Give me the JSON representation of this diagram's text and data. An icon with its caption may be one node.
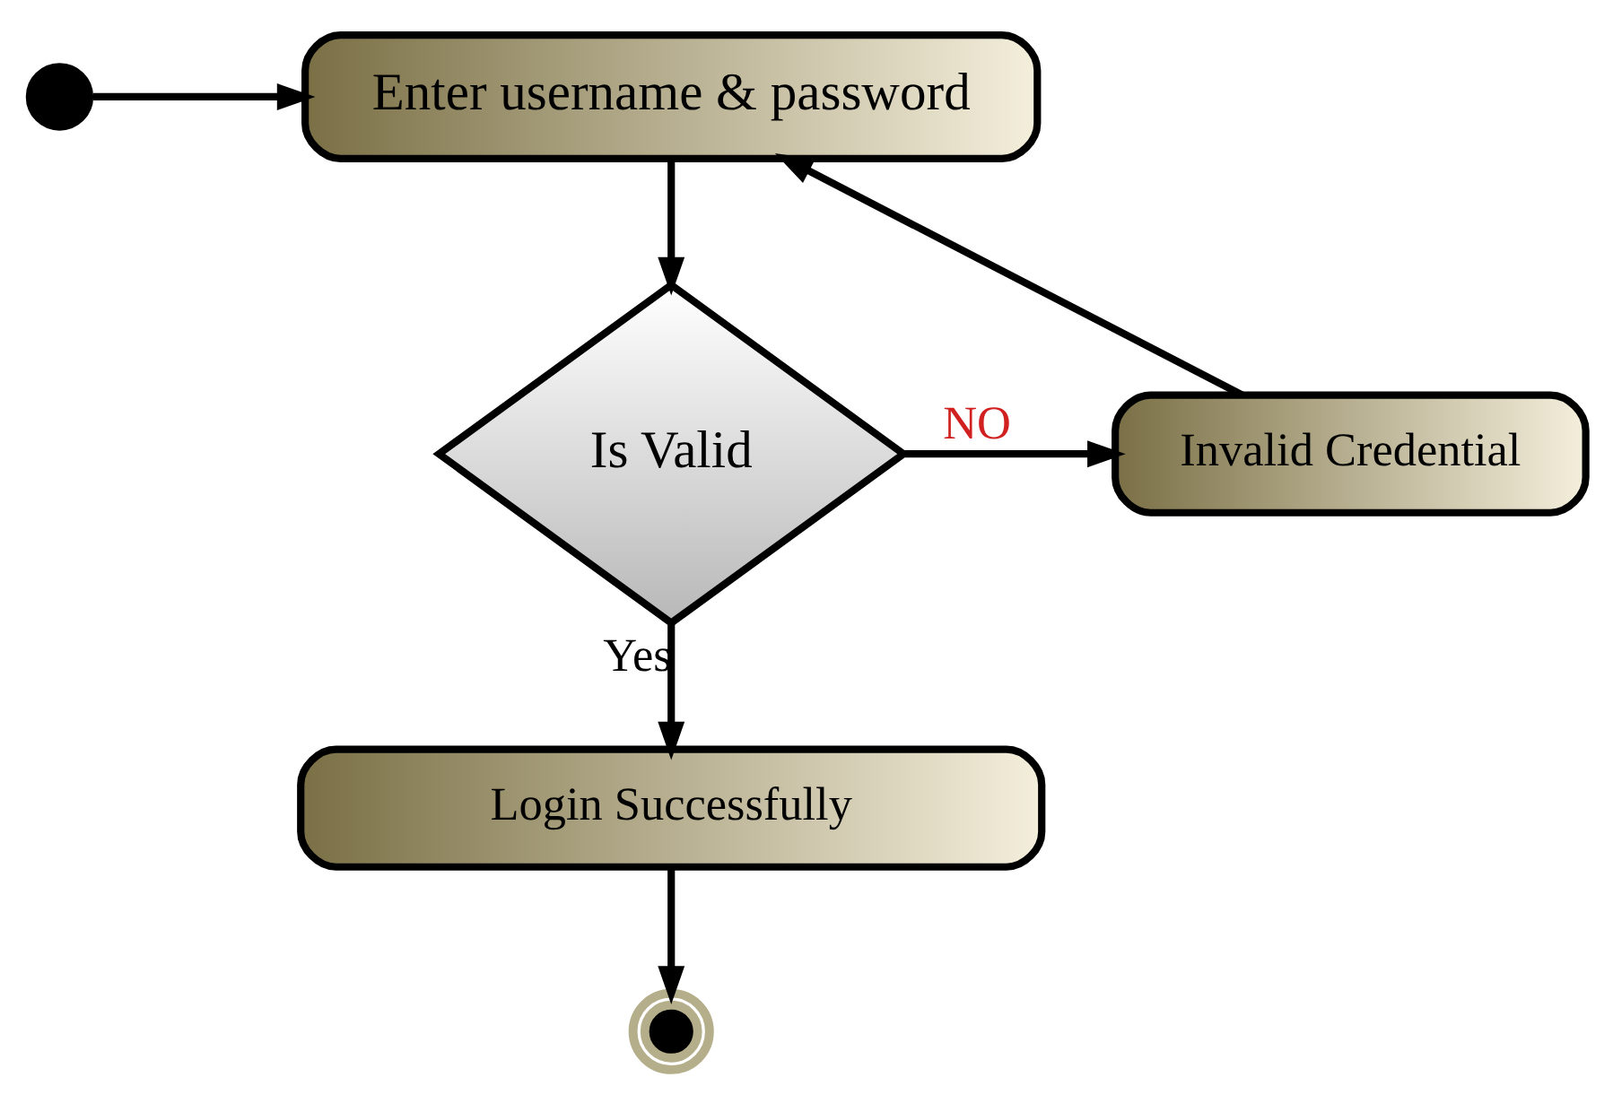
{
  "diagram": {
    "nodes": [
      {
        "text": [],
        "shape": "circle"
      },
      {
        "text": [
          "Enter username & password"
        ]
      },
      {
        "text": [
          "Is Valid"
        ]
      },
      {
        "text": [
          "Invalid Credential"
        ]
      },
      {
        "text": [
          "Login Successfully"
        ]
      },
      {
        "text": [],
        "shape": "circle"
      }
    ],
    "edges": [
      {
        "from": 0,
        "to": 1,
        "arrow": "to"
      },
      {
        "from": 1,
        "to": 2,
        "arrow": "to"
      },
      {
        "from": 2,
        "to": 3,
        "arrow": "to",
        "label": "NO"
      },
      {
        "from": 3,
        "to": 1,
        "arrow": "to"
      },
      {
        "from": 2,
        "to": 4,
        "arrow": "to",
        "label": "Yes"
      },
      {
        "from": 4,
        "to": 5,
        "arrow": "to"
      }
    ]
  }
}
